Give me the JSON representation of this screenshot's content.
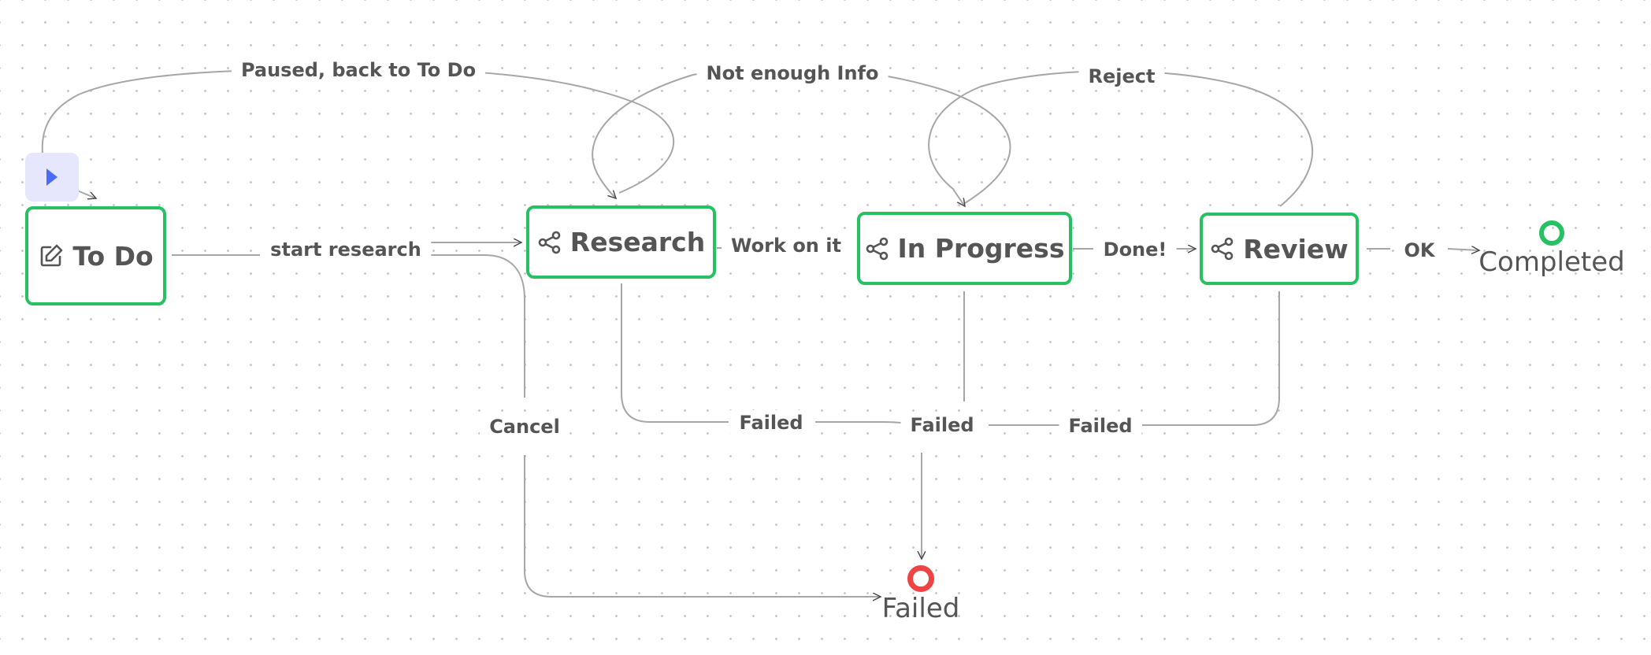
{
  "nodes": {
    "todo": {
      "label": "To Do",
      "icon": "edit-icon"
    },
    "research": {
      "label": "Research",
      "icon": "share-icon"
    },
    "inprogress": {
      "label": "In Progress",
      "icon": "share-icon"
    },
    "review": {
      "label": "Review",
      "icon": "share-icon"
    }
  },
  "start": {
    "icon": "play-icon",
    "color": "#4a6cf7"
  },
  "transitions": {
    "paused": "Paused, back to To Do",
    "not_enough_info": "Not enough Info",
    "reject": "Reject",
    "start_research": "start research",
    "work_on_it": "Work on it",
    "done": "Done!",
    "ok": "OK",
    "cancel": "Cancel",
    "failed_research": "Failed",
    "failed_inprogress": "Failed",
    "failed_review": "Failed"
  },
  "end_states": {
    "completed": {
      "label": "Completed",
      "color": "#27c063"
    },
    "failed": {
      "label": "Failed",
      "color": "#ef4444"
    }
  },
  "colors": {
    "node_border": "#27c063",
    "edge": "#a6a6a6",
    "text": "#555555"
  }
}
